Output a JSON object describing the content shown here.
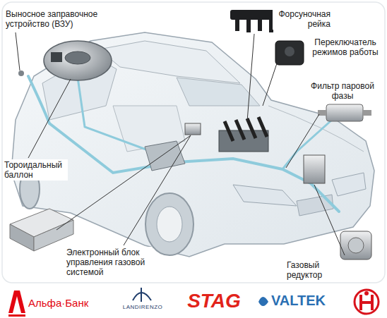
{
  "diagram": {
    "labels": [
      "Выносное заправочное устройство (ВЗУ)",
      "Форсуночная рейка",
      "Переключатель режимов работы",
      "Фильтр паровой фазы",
      "Тороидальный баллон",
      "Электронный блок управления газовой системой",
      "Газовый редуктор",
      "Альфа·Банк",
      "LANDIRENZO",
      "STAG",
      "VALTEK"
    ]
  }
}
